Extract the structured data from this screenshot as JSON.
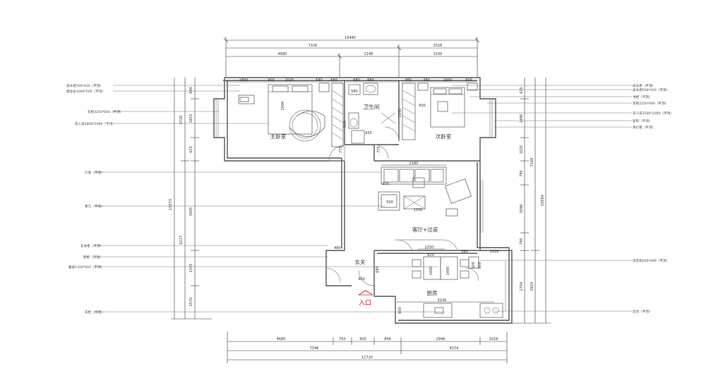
{
  "plan": {
    "rooms": {
      "master_bedroom": "主卧室",
      "bathroom": "卫生间",
      "second_bedroom": "次卧室",
      "living": "客厅+过道",
      "foyer": "玄关",
      "kitchen": "厨房",
      "entrance": "入口"
    },
    "dims_top": {
      "overall": "10480",
      "row2_a": "7106",
      "row2_b": "3326",
      "row3_a": "4680",
      "row3_b": "2148",
      "row3_c": "3100"
    },
    "dims_bottom": {
      "row1_a": "4680",
      "row1_b": "750",
      "row1_c": "900",
      "row1_d": "846",
      "row1_e": "2946",
      "row1_f": "1016",
      "row2_a": "7346",
      "row2_b": "4374",
      "overall": "11720"
    },
    "dims_left": {
      "v1": "690",
      "v2": "1815",
      "v3": "615",
      "v4": "3720",
      "v5": "3405",
      "v6": "1345",
      "v7": "1570",
      "total": "10073",
      "v8": "6117"
    },
    "dims_right": {
      "v1": "615",
      "v2": "1480",
      "v3": "1025",
      "v4": "795",
      "v5": "3098",
      "v6": "795",
      "v7": "2704",
      "v8": "2924",
      "a": "7168",
      "total": "10584"
    },
    "dims_inside": {
      "mb_1": "1800",
      "mb_2": "900",
      "mb_3": "2020",
      "mb_4": "580",
      "mb_5": "680",
      "mb_bed": "2000",
      "bath_1": "680",
      "bath_2": "680",
      "bath_3": "580",
      "bath_4": "930",
      "bath_5": "2250",
      "bath_6": "935",
      "sb_1": "480",
      "sb_2": "480",
      "sb_3": "1940",
      "sb_4": "600",
      "sb_5": "600",
      "door_1": "775",
      "door_2": "775",
      "lv_1": "2180",
      "lv_2": "500",
      "lv_3": "500",
      "lv_4": "1200",
      "lv_5": "480",
      "k_1": "2250",
      "k_2": "820",
      "k_3": "580",
      "k_4": "1016",
      "k_5": "1400",
      "k_6": "1400",
      "k_7": "600",
      "k_8": "600",
      "k_9": "3145",
      "k_10": "600",
      "k_11": "900",
      "k_12": "680"
    },
    "notes_left": [
      "床头柜500*420（平顶）",
      "梳妆台1000*500（平顶）",
      "衣柜2250*600（平顶）",
      "双人床1800*2000（平顶）",
      "沙发（平顶）",
      "茶几（平顶）",
      "玄关柜（平顶）",
      "鞋柜（平顶）",
      "餐桌1200*810（平顶）",
      "衣柜（平顶）"
    ],
    "notes_right": [
      "床头柜（平顶）",
      "床头柜500*420（平顶）",
      "书柜（平顶）",
      "衣柜2250*600（平顶）",
      "双人床1500*2000（平顶）",
      "窗帘（平顶）",
      "吊灯柜（平顶）",
      "洗衣机600*600（平顶）",
      "灶台（平顶）"
    ]
  }
}
